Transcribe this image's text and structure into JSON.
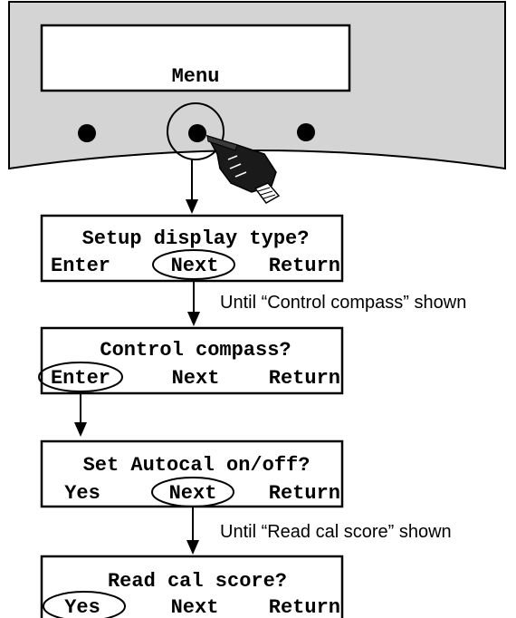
{
  "device": {
    "display_text": "Menu"
  },
  "screens": [
    {
      "title": "Setup display type?",
      "options": [
        "Enter",
        "Next",
        "Return"
      ],
      "selected": "Next"
    },
    {
      "title": "Control compass?",
      "options": [
        "Enter",
        "Next",
        "Return"
      ],
      "selected": "Enter"
    },
    {
      "title": "Set Autocal on/off?",
      "options": [
        "Yes",
        "Next",
        "Return"
      ],
      "selected": "Next"
    },
    {
      "title": "Read cal score?",
      "options": [
        "Yes",
        "Next",
        "Return"
      ],
      "selected": "Yes"
    }
  ],
  "notes": [
    "Until “Control compass” shown",
    "Until “Read cal score” shown"
  ],
  "icons": {
    "hand": "pointing-hand-icon",
    "buttons": "round-button-icon"
  }
}
